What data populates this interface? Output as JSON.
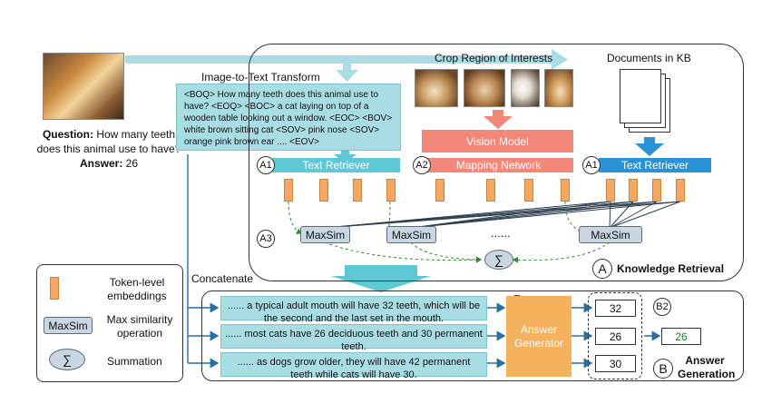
{
  "input": {
    "question_label": "Question:",
    "question_text": "How many teeth does this animal use to have?",
    "answer_label": "Answer:",
    "answer_value": "26"
  },
  "transform": {
    "title": "Image-to-Text Transform",
    "text": "<BOQ> How many teeth does this animal use to have? <EOQ> <BOC> a cat laying on top of a wooden table looking out a window.  <EOC> <BOV> white brown sitting cat <SOV> pink nose <SOV> orange pink brown ear .... <EOV>"
  },
  "retrieval": {
    "crop_title": "Crop Region of Interests",
    "docs_title": "Documents in KB",
    "vision_model": "Vision Model",
    "text_retriever_left": "Text Retriever",
    "mapping_network": "Mapping Network",
    "text_retriever_right": "Text Retriever",
    "badge_a1_left": "A1",
    "badge_a2": "A2",
    "badge_a1_right": "A1",
    "badge_a3": "A3",
    "maxsim": [
      "MaxSim",
      "MaxSim",
      "MaxSim"
    ],
    "ellipsis": "......",
    "sigma": "∑",
    "section_badge": "A",
    "section_label": "Knowledge Retrieval"
  },
  "legend": {
    "token_label": "Token-level embeddings",
    "maxsim_chip": "MaxSim",
    "maxsim_label": "Max similarity operation",
    "sigma_symbol": "∑",
    "sigma_label": "Summation"
  },
  "generation": {
    "concatenate": "Concatenate",
    "docs": [
      "...... a typical adult mouth will have 32 teeth, which will be the second and the last set in the mouth.",
      "...... most cats have 26 deciduous teeth and 30 permanent teeth.",
      "...... as dogs grow older, they will have 42 permanent teeth while cats will have 30."
    ],
    "badge_b1": "B1",
    "generator": "Answer Generator",
    "answers": [
      "32",
      "26",
      "30"
    ],
    "badge_b2": "B2",
    "final_answer": "26",
    "section_badge": "B",
    "section_label": "Answer Generation"
  },
  "colors": {
    "teal": "#5ec8d4",
    "salmon": "#f2877a",
    "blue": "#2a93d5",
    "orange_gen": "#f5b15e",
    "token": "#f4a861",
    "final_green": "#1a7a2e"
  }
}
